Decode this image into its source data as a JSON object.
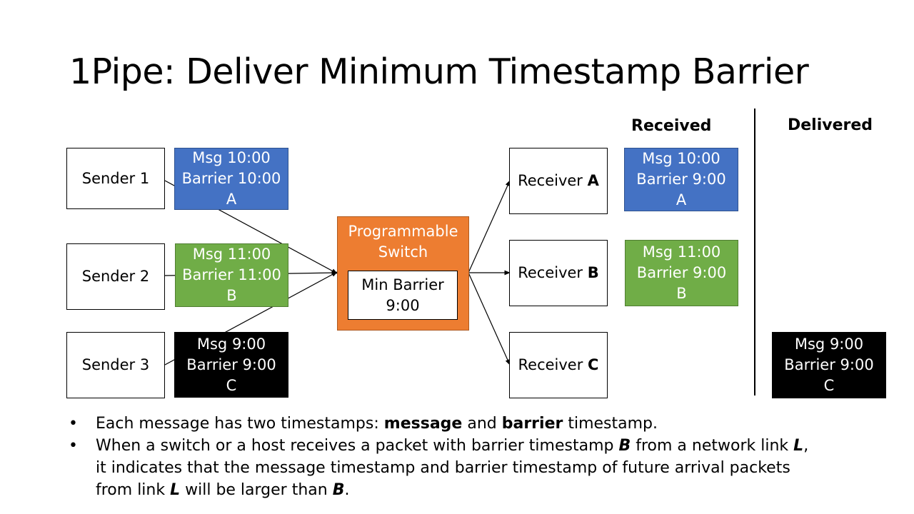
{
  "title": "1Pipe: Deliver Minimum Timestamp Barrier",
  "headers": {
    "received": "Received",
    "delivered": "Delivered"
  },
  "senders": [
    {
      "label": "Sender 1",
      "msg": "Msg 10:00",
      "barrier": "Barrier 10:00",
      "id": "A"
    },
    {
      "label": "Sender 2",
      "msg": "Msg 11:00",
      "barrier": "Barrier 11:00",
      "id": "B"
    },
    {
      "label": "Sender 3",
      "msg": "Msg 9:00",
      "barrier": "Barrier 9:00",
      "id": "C"
    }
  ],
  "switch": {
    "line1": "Programmable",
    "line2": "Switch",
    "min_barrier_label": "Min Barrier",
    "min_barrier_value": "9:00"
  },
  "receivers": [
    {
      "prefix": "Receiver ",
      "name": "A"
    },
    {
      "prefix": "Receiver ",
      "name": "B"
    },
    {
      "prefix": "Receiver ",
      "name": "C"
    }
  ],
  "received": [
    {
      "msg": "Msg 10:00",
      "barrier": "Barrier 9:00",
      "id": "A"
    },
    {
      "msg": "Msg 11:00",
      "barrier": "Barrier 9:00",
      "id": "B"
    }
  ],
  "delivered": [
    {
      "msg": "Msg 9:00",
      "barrier": "Barrier 9:00",
      "id": "C"
    }
  ],
  "bullets": {
    "b1": {
      "t1": "Each message has two timestamps: ",
      "bold1": "message",
      "t2": " and ",
      "bold2": "barrier",
      "t3": " timestamp."
    },
    "b2": {
      "t1": "When a switch or a host receives a packet with barrier timestamp ",
      "v1": "B",
      "t2": " from a network link ",
      "v2": "L",
      "t3": ", it indicates that the message timestamp and barrier timestamp of future arrival packets from link ",
      "v3": "L",
      "t4": " will be larger than ",
      "v4": "B",
      "t5": "."
    },
    "marker": "•"
  },
  "colors": {
    "blue": "#4472c4",
    "green": "#70ad47",
    "black": "#000000",
    "orange": "#ed7d31"
  }
}
